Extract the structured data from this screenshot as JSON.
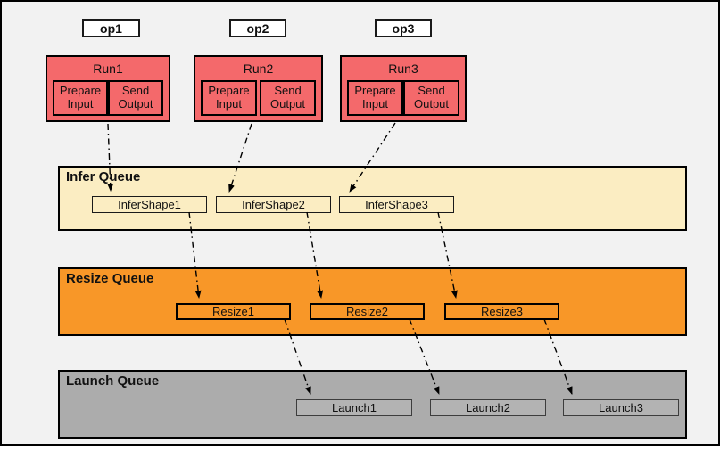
{
  "diagram": {
    "ops": [
      {
        "label": "op1"
      },
      {
        "label": "op2"
      },
      {
        "label": "op3"
      }
    ],
    "runs": [
      {
        "title": "Run1",
        "sub_left": "Prepare Input",
        "sub_right": "Send Output"
      },
      {
        "title": "Run2",
        "sub_left": "Prepare Input",
        "sub_right": "Send Output"
      },
      {
        "title": "Run3",
        "sub_left": "Prepare Input",
        "sub_right": "Send Output"
      }
    ],
    "queues": [
      {
        "label": "Infer Queue",
        "items": [
          "InferShape1",
          "InferShape2",
          "InferShape3"
        ],
        "fill": "#FBEDC2"
      },
      {
        "label": "Resize Queue",
        "items": [
          "Resize1",
          "Resize2",
          "Resize3"
        ],
        "fill": "#F89728"
      },
      {
        "label": "Launch Queue",
        "items": [
          "Launch1",
          "Launch2",
          "Launch3"
        ],
        "fill": "#ACACAC"
      }
    ],
    "edges": [
      {
        "from": "Run1",
        "to": "InferShape1"
      },
      {
        "from": "Run2",
        "to": "InferShape2"
      },
      {
        "from": "Run3",
        "to": "InferShape3"
      },
      {
        "from": "InferShape1",
        "to": "Resize1"
      },
      {
        "from": "InferShape2",
        "to": "Resize2"
      },
      {
        "from": "InferShape3",
        "to": "Resize3"
      },
      {
        "from": "Resize1",
        "to": "Launch1"
      },
      {
        "from": "Resize2",
        "to": "Launch2"
      },
      {
        "from": "Resize3",
        "to": "Launch3"
      }
    ],
    "colors": {
      "run_fill": "#F4696B",
      "infer_queue_fill": "#FBEDC2",
      "resize_queue_fill": "#F89728",
      "launch_queue_fill": "#ACACAC",
      "background": "#F2F2F2",
      "border": "#000000"
    },
    "edge_style": "dash-dot-arrow"
  }
}
